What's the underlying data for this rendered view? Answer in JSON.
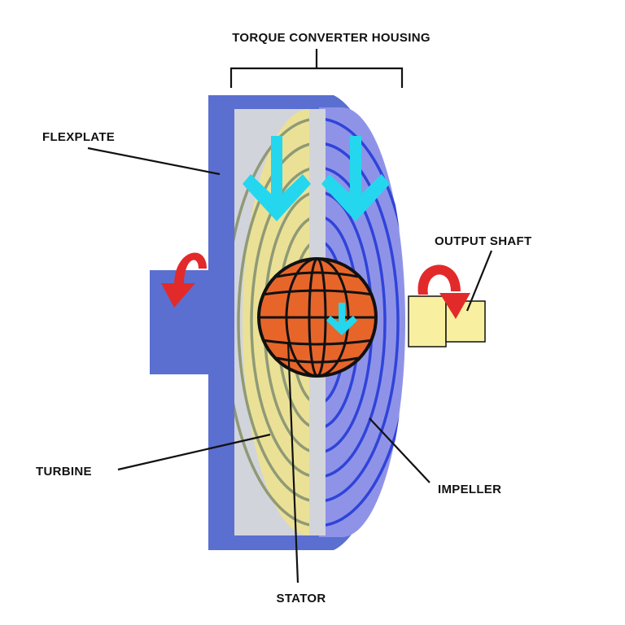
{
  "labels": {
    "housing": "TORQUE CONVERTER HOUSING",
    "flexplate": "FLEXPLATE",
    "output_shaft": "OUTPUT SHAFT",
    "turbine": "TURBINE",
    "impeller": "IMPELLER",
    "stator": "STATOR"
  },
  "colors": {
    "housing": "#5a6fd0",
    "housing_inner": "#8f93e8",
    "turbine": "#ebe196",
    "gap": "#d2d4dc",
    "stator": "#e8652a",
    "flow_arrow": "#24d7ee",
    "rotation_arrow": "#e22a2a",
    "shaft": "#f8f0a0",
    "turbine_vane": "#8f9a76",
    "impeller_vane": "#2f44d8"
  },
  "icons": {
    "flow": "down-arrow-icon",
    "rotation": "curved-rotation-arrow-icon"
  }
}
